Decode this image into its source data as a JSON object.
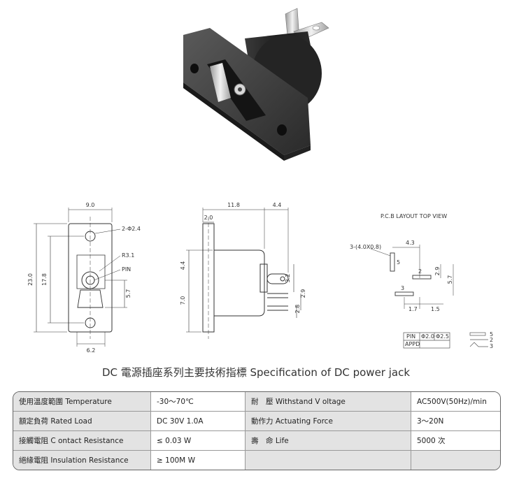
{
  "drawings": {
    "front": {
      "width": "9.0",
      "height": "23.0",
      "pitch": "17.8",
      "hole": "2-Φ2.4",
      "radius": "R3.1",
      "pin": "PIN",
      "offset": "5.7",
      "bottom": "6.2"
    },
    "side": {
      "length": "11.8",
      "terminal": "4.4",
      "flange": "2.0",
      "height_upper": "4.4",
      "height_lower": "7.0",
      "t1": "3.2",
      "t2": "2.9",
      "t3": "2.8"
    },
    "pcb": {
      "title": "P.C.B LAYOUT    TOP VIEW",
      "slot": "3-(4.0X0.8)",
      "d43": "4.3",
      "d5": "5",
      "d2": "2",
      "d29": "2.9",
      "d57": "5.7",
      "d3": "3",
      "d17": "1.7",
      "d15": "1.5"
    },
    "pin_table": {
      "pin": "PIN",
      "o1": "Φ2.0",
      "o2": "Φ2.5",
      "appd": "APPD"
    },
    "schematic": {
      "n5": "5",
      "n2": "2",
      "n3": "3"
    }
  },
  "spec": {
    "title": "DC 電源插座系列主要技術指標 Specification of DC power jack",
    "rows": [
      {
        "label": "使用溫度範圍 Temperature",
        "value": "-30～70℃",
        "label2": "耐　壓  Withstand V oltage",
        "value2": "AC500V(50Hz)/min"
      },
      {
        "label": "額定負荷  Rated Load",
        "value": "DC  30V  1.0A",
        "label2": "動作力  Actuating Force",
        "value2": "3～20N"
      },
      {
        "label": "接觸電阻  C ontact Resistance",
        "value": "≤ 0.03 W",
        "label2": "壽　命  Life",
        "value2": "5000 次"
      },
      {
        "label": "絕緣電阻  Insulation Resistance",
        "value": "≥ 100M W",
        "label2": "",
        "value2": ""
      }
    ]
  }
}
